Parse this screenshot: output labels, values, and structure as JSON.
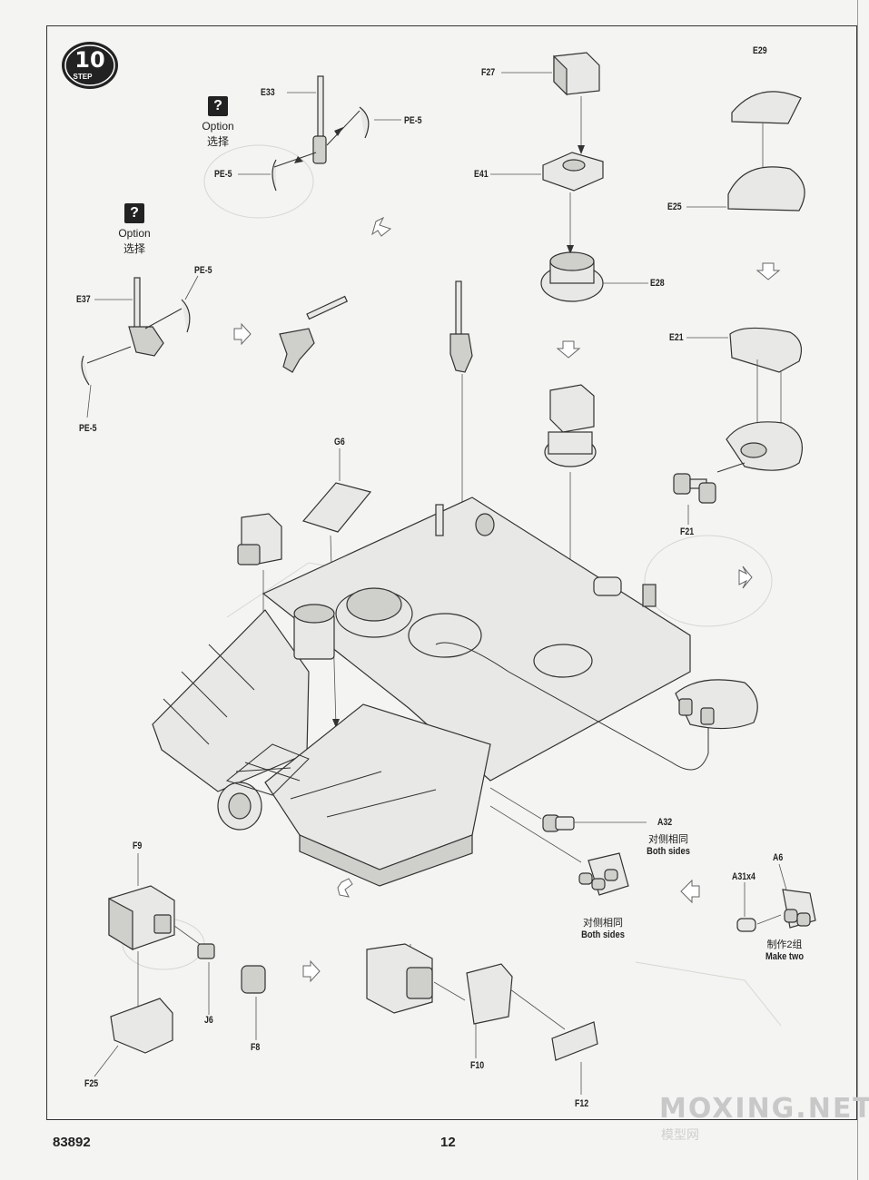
{
  "step": {
    "number": "10",
    "label": "STEP"
  },
  "option_en": "Option",
  "option_zh": "选择",
  "parts": {
    "E33": "E33",
    "PE5": "PE-5",
    "E37": "E37",
    "F27": "F27",
    "E41": "E41",
    "E28": "E28",
    "E29": "E29",
    "E25": "E25",
    "E21": "E21",
    "F21": "F21",
    "G6": "G6",
    "A32": "A32",
    "A6": "A6",
    "A31x4": "A31x4",
    "F9": "F9",
    "J6": "J6",
    "F8": "F8",
    "F25": "F25",
    "F10": "F10",
    "F12": "F12"
  },
  "notes": {
    "both_sides_zh": "对侧相同",
    "both_sides_en": "Both sides",
    "make_two_zh": "制作2组",
    "make_two_en": "Make two"
  },
  "footer": {
    "code": "83892",
    "page": "12"
  },
  "watermark": {
    "en": "MOXING.NET",
    "zh": "模型网"
  }
}
